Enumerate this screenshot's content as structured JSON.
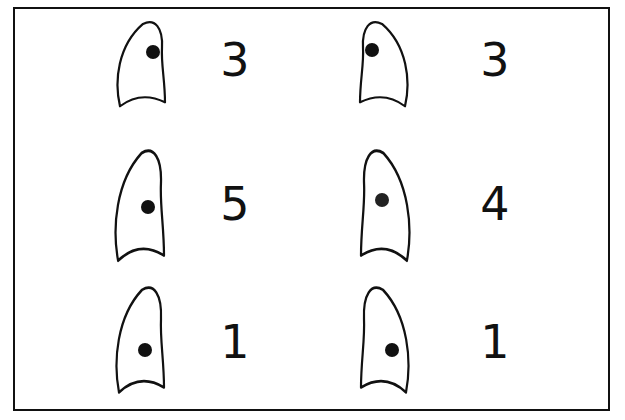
{
  "diagram": {
    "labels": [
      "3",
      "3",
      "5",
      "4",
      "1",
      "1"
    ]
  }
}
